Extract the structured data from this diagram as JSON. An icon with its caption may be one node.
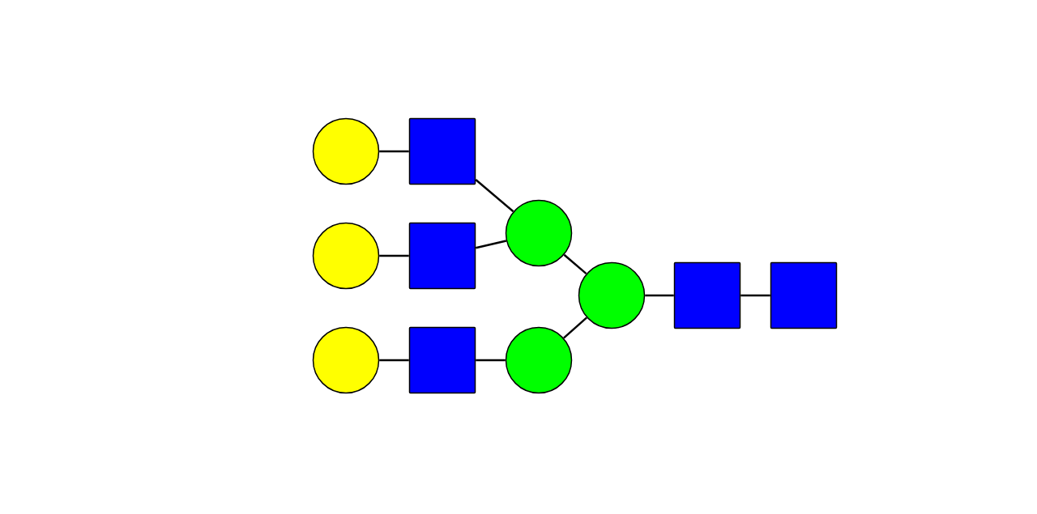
{
  "diagram": {
    "nodes": [
      {
        "text": [],
        "shape": "circle"
      },
      {
        "text": [],
        "shape": "circle"
      },
      {
        "text": [],
        "shape": "circle"
      },
      {
        "text": [],
        "shape": "box"
      },
      {
        "text": [],
        "shape": "box"
      },
      {
        "text": [],
        "shape": "box"
      },
      {
        "text": [],
        "shape": "circle"
      },
      {
        "text": [],
        "shape": "circle"
      },
      {
        "text": [],
        "shape": "circle"
      },
      {
        "text": [],
        "shape": "box"
      },
      {
        "text": [],
        "shape": "box"
      }
    ],
    "edges": [
      {
        "from": 0,
        "to": 3,
        "arrow": "none"
      },
      {
        "from": 1,
        "to": 4,
        "arrow": "none"
      },
      {
        "from": 2,
        "to": 5,
        "arrow": "none"
      },
      {
        "from": 3,
        "to": 6,
        "arrow": "none"
      },
      {
        "from": 4,
        "to": 6,
        "arrow": "none"
      },
      {
        "from": 5,
        "to": 7,
        "arrow": "none"
      },
      {
        "from": 6,
        "to": 8,
        "arrow": "none"
      },
      {
        "from": 7,
        "to": 8,
        "arrow": "none"
      },
      {
        "from": 8,
        "to": 9,
        "arrow": "none"
      },
      {
        "from": 9,
        "to": 10,
        "arrow": "none"
      }
    ]
  }
}
